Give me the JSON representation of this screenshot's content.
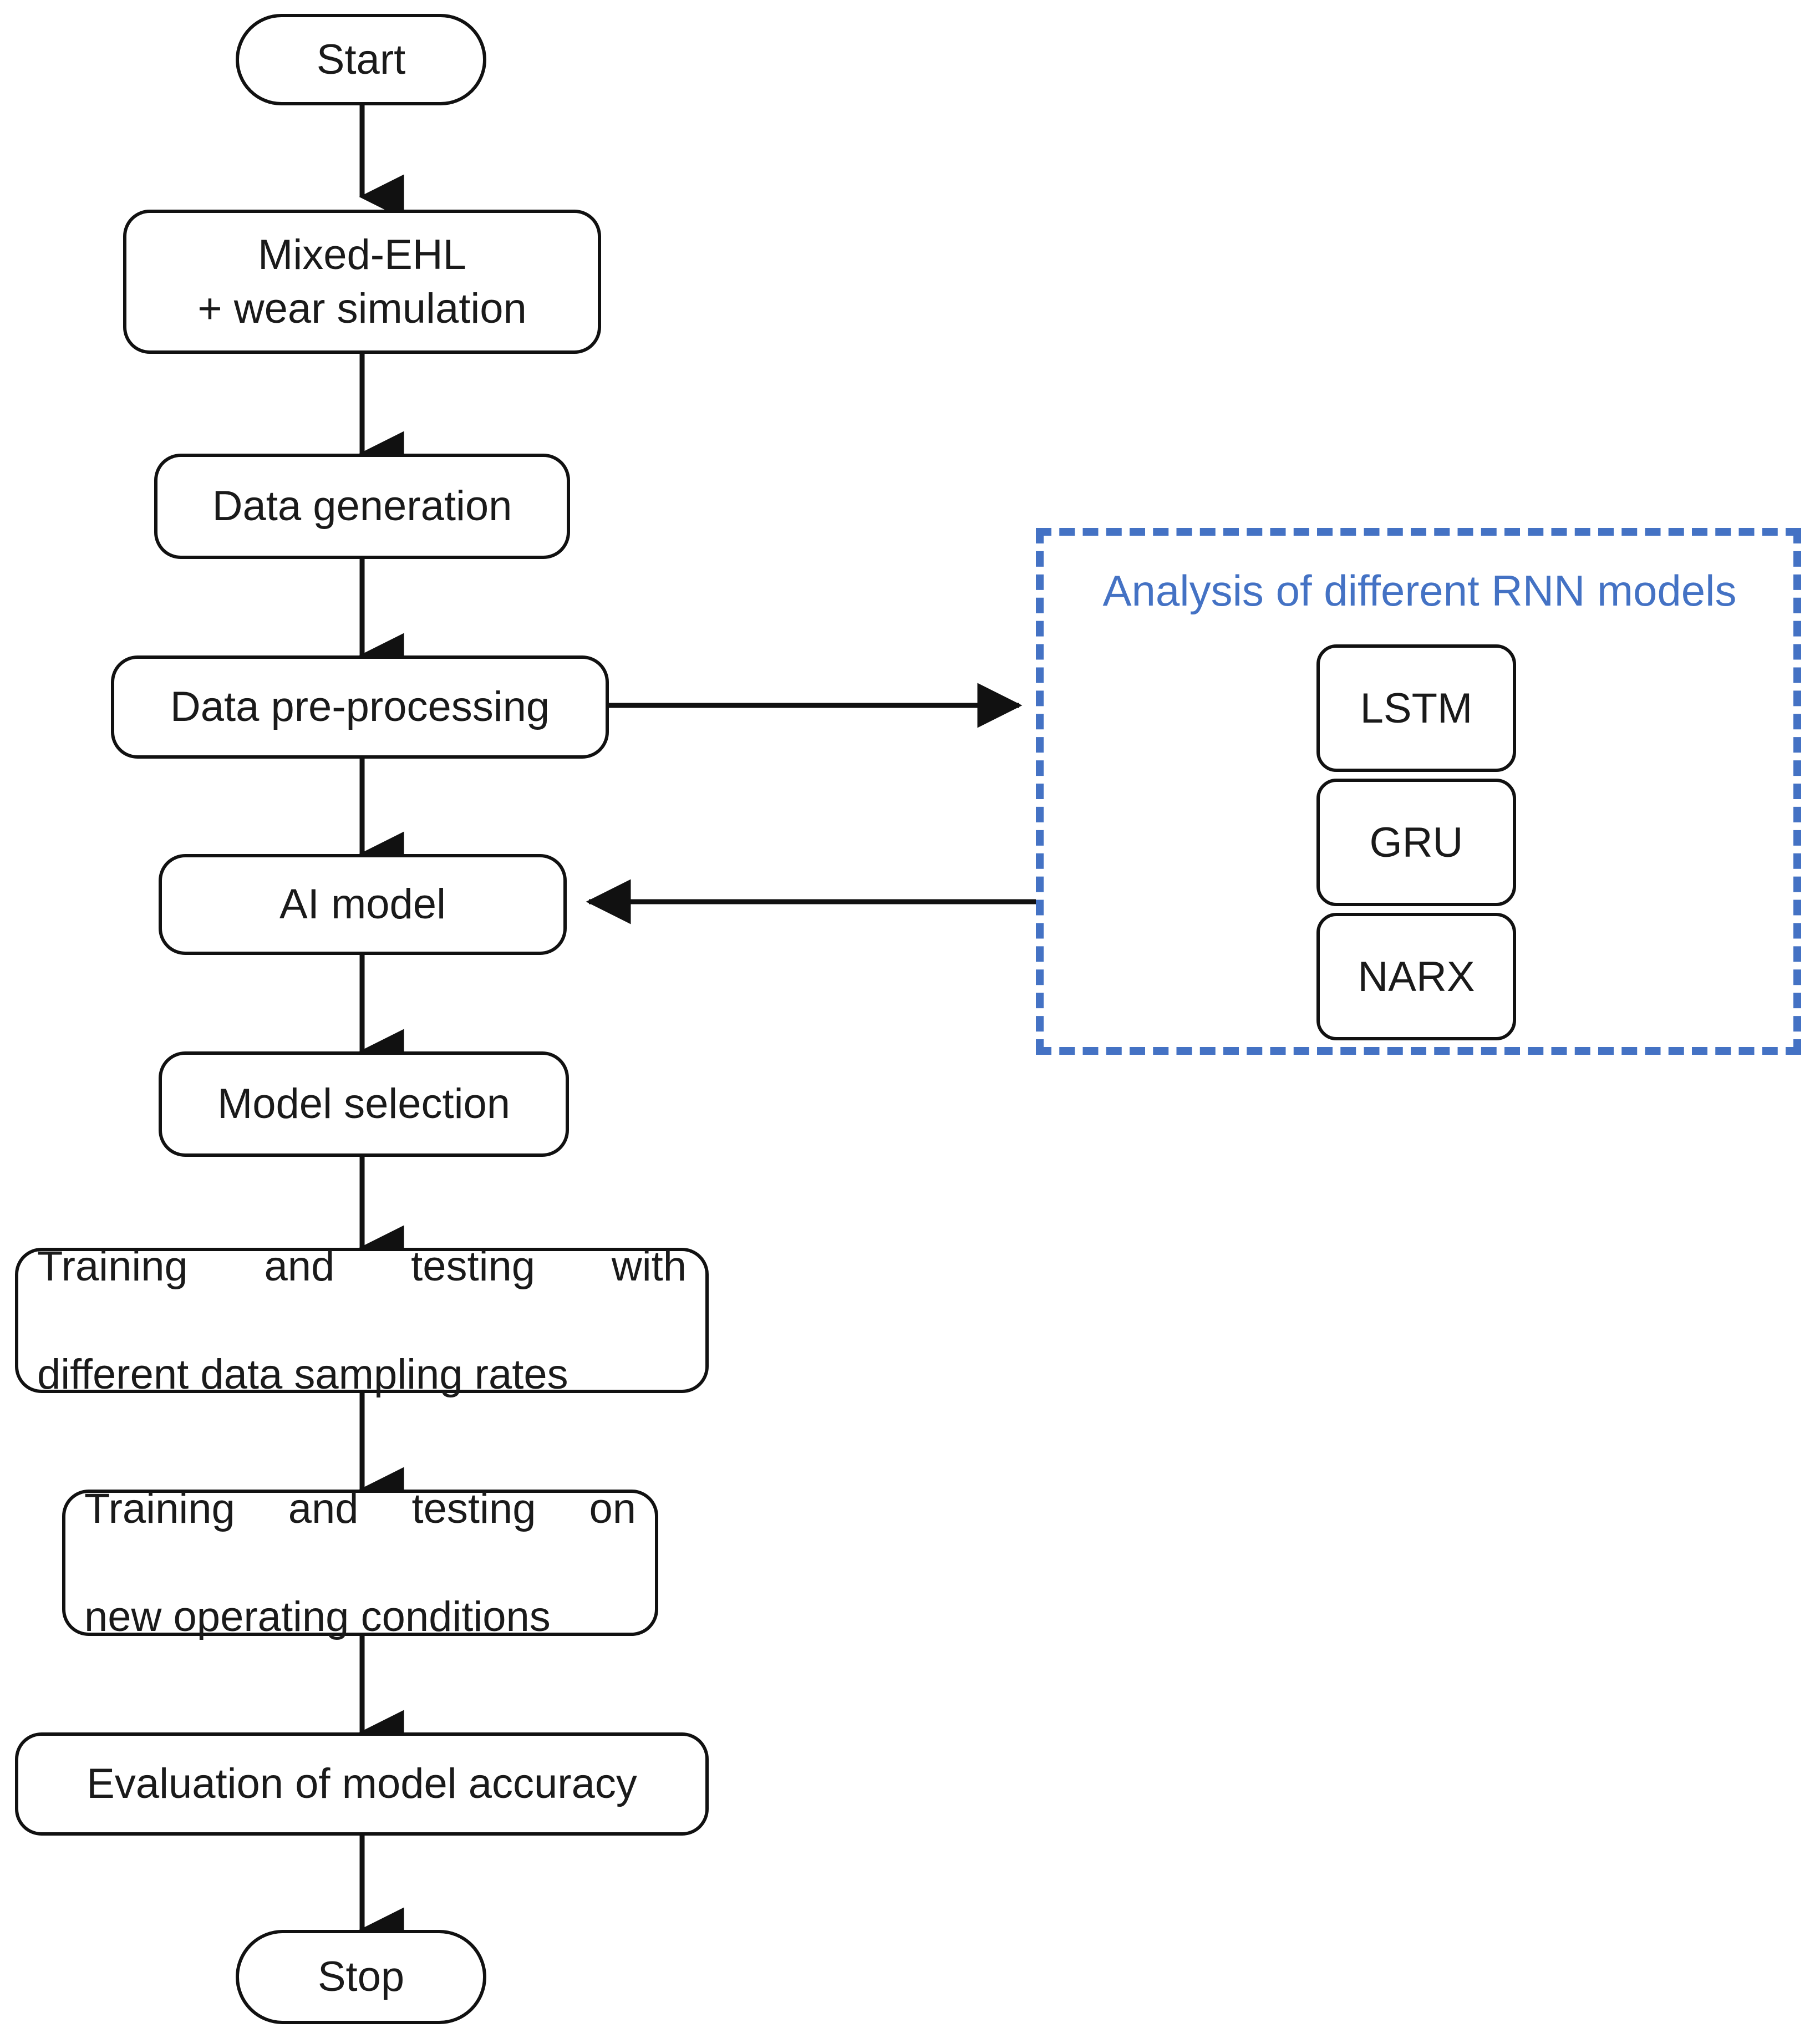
{
  "diagram": {
    "title": "AI model development workflow flowchart",
    "background_color": "#ffffff",
    "line_color": "#111111",
    "accent_color": "#4472C4"
  },
  "flow": {
    "start": {
      "label": "Start",
      "shape": "terminator"
    },
    "steps": [
      {
        "id": "mixed-ehl",
        "label": "Mixed-EHL\n+ wear simulation",
        "shape": "process"
      },
      {
        "id": "data-generation",
        "label": "Data generation",
        "shape": "process"
      },
      {
        "id": "data-preprocessing",
        "label": "Data pre-processing",
        "shape": "process"
      },
      {
        "id": "ai-model",
        "label": "AI model",
        "shape": "process"
      },
      {
        "id": "model-selection",
        "label": "Model selection",
        "shape": "process"
      },
      {
        "id": "training-sampling",
        "label": "Training and testing with different data sampling rates",
        "line1": "Training   and   testing   with",
        "line2": "different data sampling rates",
        "shape": "process"
      },
      {
        "id": "training-newops",
        "label": "Training and testing on new operating conditions",
        "line1": "Training   and   testing   on",
        "line2": "new operating conditions",
        "shape": "process"
      },
      {
        "id": "evaluation",
        "label": "Evaluation of model accuracy",
        "shape": "process"
      }
    ],
    "stop": {
      "label": "Stop",
      "shape": "terminator"
    }
  },
  "rnn_group": {
    "title": "Analysis of different RNN models",
    "border_style": "dashed",
    "border_color": "#4472C4",
    "models": [
      {
        "id": "lstm",
        "label": "LSTM"
      },
      {
        "id": "gru",
        "label": "GRU"
      },
      {
        "id": "narx",
        "label": "NARX"
      }
    ]
  },
  "connections": [
    {
      "from": "start",
      "to": "mixed-ehl",
      "direction": "down"
    },
    {
      "from": "mixed-ehl",
      "to": "data-generation",
      "direction": "down"
    },
    {
      "from": "data-generation",
      "to": "data-preprocessing",
      "direction": "down"
    },
    {
      "from": "data-preprocessing",
      "to": "ai-model",
      "direction": "down"
    },
    {
      "from": "data-preprocessing",
      "to": "rnn_group",
      "direction": "right"
    },
    {
      "from": "rnn_group",
      "to": "ai-model",
      "direction": "left"
    },
    {
      "from": "ai-model",
      "to": "model-selection",
      "direction": "down"
    },
    {
      "from": "model-selection",
      "to": "training-sampling",
      "direction": "down"
    },
    {
      "from": "training-sampling",
      "to": "training-newops",
      "direction": "down"
    },
    {
      "from": "training-newops",
      "to": "evaluation",
      "direction": "down"
    },
    {
      "from": "evaluation",
      "to": "stop",
      "direction": "down"
    }
  ]
}
